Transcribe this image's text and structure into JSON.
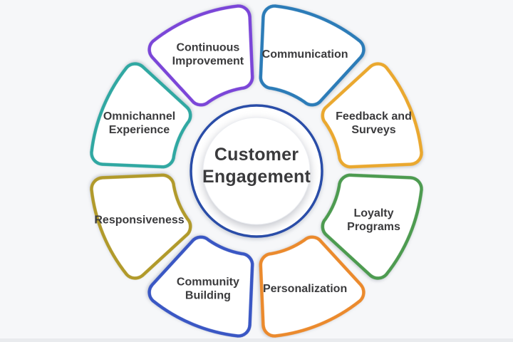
{
  "diagram": {
    "background_color": "#f6f7f9",
    "text_color": "#3b3b3d",
    "center": {
      "label": "Customer Engagement",
      "lines": [
        "Customer",
        "Engagement"
      ],
      "ring_color": "#2a4da8",
      "fill_color": "#ffffff"
    },
    "segments": [
      {
        "id": "communication",
        "label": "Communication",
        "lines": [
          "Communication"
        ],
        "color": "#2c7cb8",
        "angle_deg": -67.5
      },
      {
        "id": "feedback-and-surveys",
        "label": "Feedback and Surveys",
        "lines": [
          "Feedback and",
          "Surveys"
        ],
        "color": "#eaa82f",
        "angle_deg": -22.5
      },
      {
        "id": "loyalty-programs",
        "label": "Loyalty Programs",
        "lines": [
          "Loyalty",
          "Programs"
        ],
        "color": "#4d9b50",
        "angle_deg": 22.5
      },
      {
        "id": "personalization",
        "label": "Personalization",
        "lines": [
          "Personalization"
        ],
        "color": "#eb8a2d",
        "angle_deg": 67.5
      },
      {
        "id": "community-building",
        "label": "Community Building",
        "lines": [
          "Community",
          "Building"
        ],
        "color": "#3a57c4",
        "angle_deg": 112.5
      },
      {
        "id": "responsiveness",
        "label": "Responsiveness",
        "lines": [
          "Responsiveness"
        ],
        "color": "#b19a2b",
        "angle_deg": 157.5
      },
      {
        "id": "omnichannel-experience",
        "label": "Omnichannel Experience",
        "lines": [
          "Omnichannel",
          "Experience"
        ],
        "color": "#30a8a2",
        "angle_deg": 202.5
      },
      {
        "id": "continuous-improvement",
        "label": "Continuous Improvement",
        "lines": [
          "Continuous",
          "Improvement"
        ],
        "color": "#7b46d8",
        "angle_deg": 247.5
      }
    ]
  }
}
